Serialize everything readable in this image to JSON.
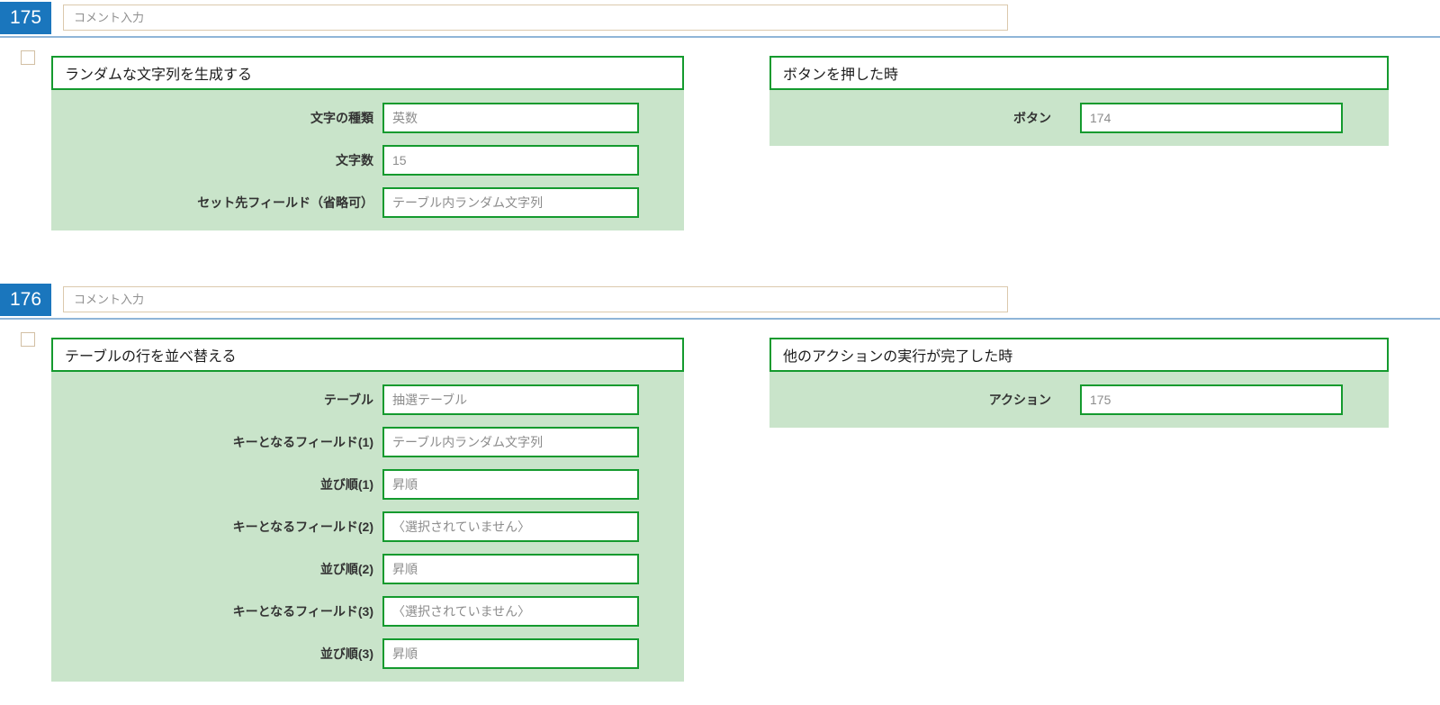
{
  "colors": {
    "badge_blue": "#1a76bd",
    "divider_blue": "#8fb5d8",
    "green_border": "#149a2e",
    "panel_green": "#c9e4ca",
    "comment_border": "#dbc9ad"
  },
  "blocks": [
    {
      "number": "175",
      "comment_placeholder": "コメント入力",
      "action": {
        "title": "ランダムな文字列を生成する",
        "fields": [
          {
            "label": "文字の種類",
            "value": "英数"
          },
          {
            "label": "文字数",
            "value": "15"
          },
          {
            "label": "セット先フィールド（省略可）",
            "value": "テーブル内ランダム文字列"
          }
        ]
      },
      "trigger": {
        "title": "ボタンを押した時",
        "fields": [
          {
            "label": "ボタン",
            "value": "174"
          }
        ]
      }
    },
    {
      "number": "176",
      "comment_placeholder": "コメント入力",
      "action": {
        "title": "テーブルの行を並べ替える",
        "fields": [
          {
            "label": "テーブル",
            "value": "抽選テーブル"
          },
          {
            "label": "キーとなるフィールド(1)",
            "value": "テーブル内ランダム文字列"
          },
          {
            "label": "並び順(1)",
            "value": "昇順"
          },
          {
            "label": "キーとなるフィールド(2)",
            "value": "〈選択されていません〉"
          },
          {
            "label": "並び順(2)",
            "value": "昇順"
          },
          {
            "label": "キーとなるフィールド(3)",
            "value": "〈選択されていません〉"
          },
          {
            "label": "並び順(3)",
            "value": "昇順"
          }
        ]
      },
      "trigger": {
        "title": "他のアクションの実行が完了した時",
        "fields": [
          {
            "label": "アクション",
            "value": "175"
          }
        ]
      }
    }
  ]
}
